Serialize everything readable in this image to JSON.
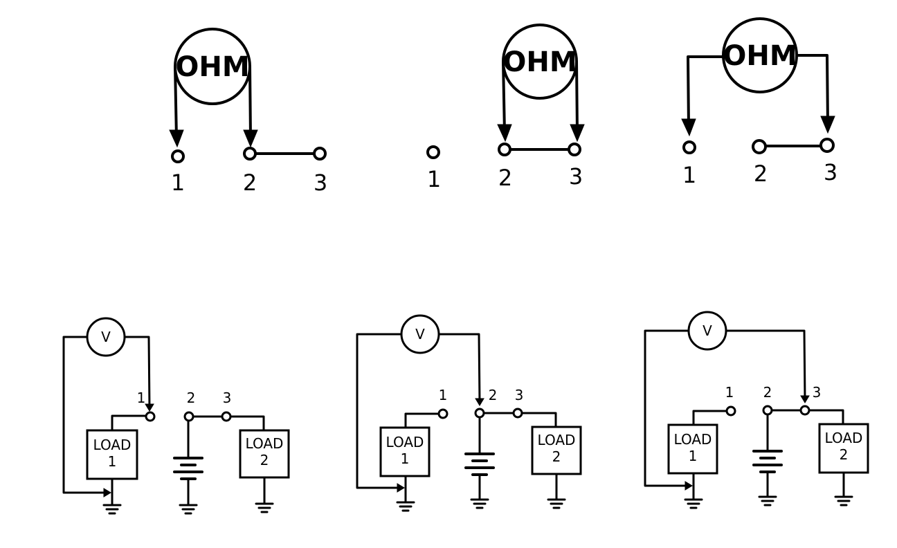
{
  "ohm_diagrams": [
    {
      "meter_label": "OHM",
      "terminals": [
        {
          "label": "1"
        },
        {
          "label": "2"
        },
        {
          "label": "3"
        }
      ],
      "probe_terminals": [
        "1",
        "2"
      ]
    },
    {
      "meter_label": "OHM",
      "terminals": [
        {
          "label": "1"
        },
        {
          "label": "2"
        },
        {
          "label": "3"
        }
      ],
      "probe_terminals": [
        "2",
        "3"
      ]
    },
    {
      "meter_label": "OHM",
      "terminals": [
        {
          "label": "1"
        },
        {
          "label": "2"
        },
        {
          "label": "3"
        }
      ],
      "probe_terminals": [
        "1",
        "3"
      ]
    }
  ],
  "voltage_diagrams": [
    {
      "meter_label": "V",
      "probe_terminal": "1",
      "terminals": [
        {
          "label": "1"
        },
        {
          "label": "2"
        },
        {
          "label": "3"
        }
      ],
      "load1": {
        "line1": "LOAD",
        "line2": "1"
      },
      "load2": {
        "line1": "LOAD",
        "line2": "2"
      }
    },
    {
      "meter_label": "V",
      "probe_terminal": "2",
      "terminals": [
        {
          "label": "1"
        },
        {
          "label": "2"
        },
        {
          "label": "3"
        }
      ],
      "load1": {
        "line1": "LOAD",
        "line2": "1"
      },
      "load2": {
        "line1": "LOAD",
        "line2": "2"
      }
    },
    {
      "meter_label": "V",
      "probe_terminal": "3",
      "terminals": [
        {
          "label": "1"
        },
        {
          "label": "2"
        },
        {
          "label": "3"
        }
      ],
      "load1": {
        "line1": "LOAD",
        "line2": "1"
      },
      "load2": {
        "line1": "LOAD",
        "line2": "2"
      }
    }
  ]
}
